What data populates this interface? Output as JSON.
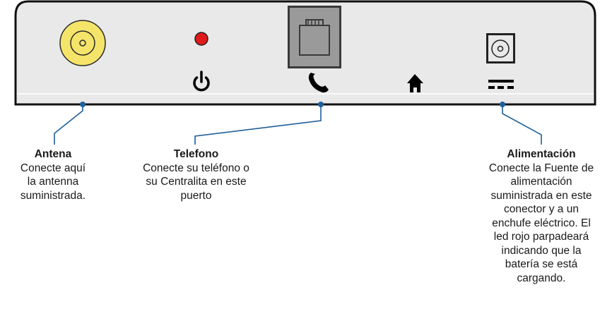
{
  "colors": {
    "device_body": "#e9e9e9",
    "device_outline": "#111111",
    "antenna_gold": "#f5e46a",
    "led_red": "#e01a1a",
    "phone_jack_gray": "#9a9a9a",
    "leader_line": "#1f5f99"
  },
  "icons": [
    "power-icon",
    "phone-handset-icon",
    "home-icon",
    "dc-power-icon"
  ],
  "callouts": {
    "antena": {
      "title": "Antena",
      "description": "Conecte aquí\nla antenna\nsuministrada."
    },
    "telefono": {
      "title": "Telefono",
      "description": "Conecte su teléfono o\nsu Centralita en este\npuerto"
    },
    "alimentacion": {
      "title": "Alimentación",
      "description": "Conecte la Fuente de\nalimentación\nsuministrada en este\nconector y a un\nenchufe eléctrico. El\nled rojo parpadeará\nindicando que la\nbatería se está\ncargando."
    }
  }
}
